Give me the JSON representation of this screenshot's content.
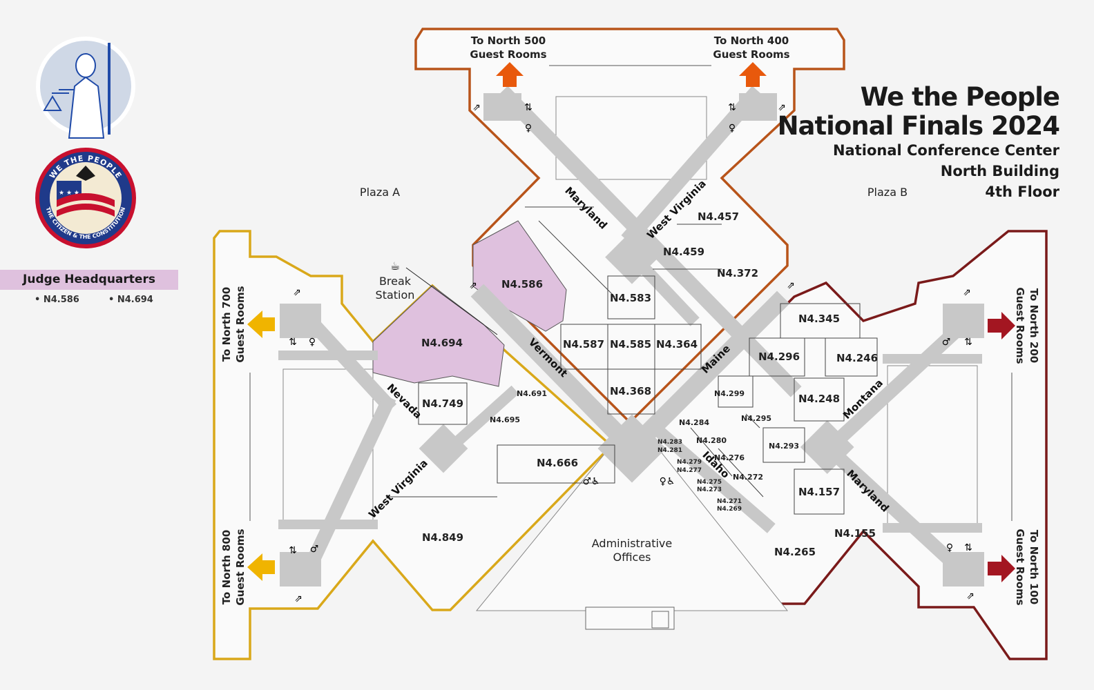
{
  "title": {
    "line1": "We the People",
    "line2": "National Finals 2024",
    "line3": "National Conference Center",
    "line4": "North Building",
    "line5": "4th Floor"
  },
  "legend": {
    "heading": "Judge Headquarters",
    "items": [
      "• N4.586",
      "• N4.694"
    ]
  },
  "logos": {
    "seal_text_top": "WE THE PEOPLE",
    "seal_text_bottom": "THE CITIZEN & THE CONSTITUTION"
  },
  "areas": {
    "plaza_a": "Plaza A",
    "plaza_b": "Plaza B",
    "break_1": "Break",
    "break_2": "Station",
    "admin_1": "Administrative",
    "admin_2": "Offices"
  },
  "directions": {
    "n500_1": "To North 500",
    "n500_2": "Guest Rooms",
    "n400_1": "To North 400",
    "n400_2": "Guest Rooms",
    "n700_1": "To North 700",
    "n700_2": "Guest Rooms",
    "n800_1": "To North 800",
    "n800_2": "Guest Rooms",
    "n200_1": "To North 200",
    "n200_2": "Guest Rooms",
    "n100_1": "To North 100",
    "n100_2": "Guest Rooms"
  },
  "halls": {
    "maryland_top": "Maryland",
    "west_virginia_top": "West Virginia",
    "vermont": "Vermont",
    "maine": "Maine",
    "nevada": "Nevada",
    "west_virginia_left": "West Virginia",
    "montana": "Montana",
    "maryland_right": "Maryland",
    "idaho": "Idaho"
  },
  "rooms": {
    "n4457": "N4.457",
    "n4459": "N4.459",
    "n4372": "N4.372",
    "n4586": "N4.586",
    "n4583": "N4.583",
    "n4694": "N4.694",
    "n4587": "N4.587",
    "n4585": "N4.585",
    "n4364": "N4.364",
    "n4368": "N4.368",
    "n4749": "N4.749",
    "n4691": "N4.691",
    "n4695": "N4.695",
    "n4666": "N4.666",
    "n4849": "N4.849",
    "n4345": "N4.345",
    "n4296": "N4.296",
    "n4246": "N4.246",
    "n4248": "N4.248",
    "n4299": "N4.299",
    "n4295": "N4.295",
    "n4284": "N4.284",
    "n4283": "N4.283",
    "n4281": "N4.281",
    "n4280": "N4.280",
    "n4293": "N4.293",
    "n4279": "N4.279",
    "n4277": "N4.277",
    "n4276": "N4.276",
    "n4275": "N4.275",
    "n4273": "N4.273",
    "n4272": "N4.272",
    "n4271": "N4.271",
    "n4269": "N4.269",
    "n4157": "N4.157",
    "n4155": "N4.155",
    "n4265": "N4.265"
  },
  "colors": {
    "judge_hq": "#dfc1de",
    "corridor": "#c8c8c8",
    "north_500_400_wing": "#b8541a",
    "north_700_800_wing": "#d9a81a",
    "north_200_100_wing": "#7a1a1a",
    "arrow_orange": "#e8590c",
    "arrow_yellow": "#f0b400",
    "arrow_red": "#a31621"
  }
}
